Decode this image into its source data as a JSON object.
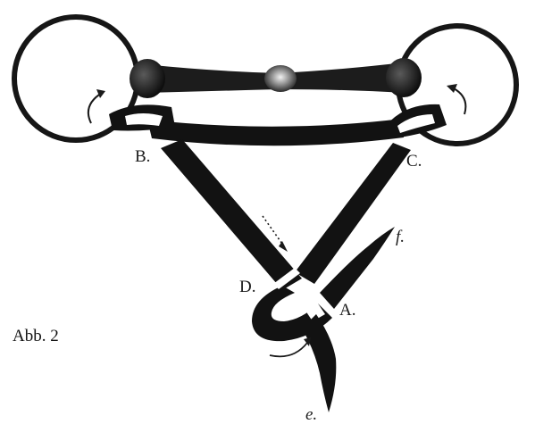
{
  "figure": {
    "caption": "Abb. 2",
    "labels": {
      "B": "B.",
      "C": "C.",
      "D": "D.",
      "A": "A.",
      "f": "f.",
      "e": "e."
    }
  },
  "colors": {
    "strap": "#121212",
    "ring": "#161616",
    "mouthpiece": "#222222",
    "background": "#ffffff"
  }
}
